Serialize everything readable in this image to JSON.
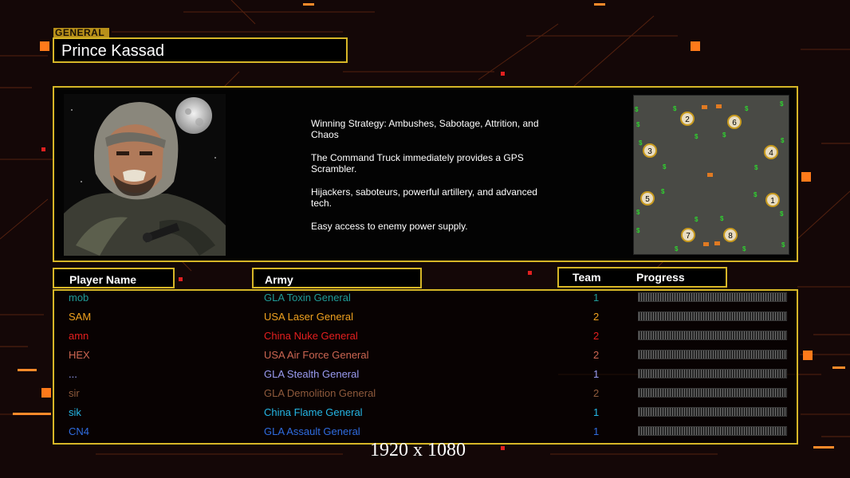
{
  "general_label": "GENERAL",
  "general_name": "Prince Kassad",
  "strategy_lines": [
    "Winning Strategy: Ambushes, Sabotage, Attrition, and\n Chaos",
    "The Command Truck immediately provides a GPS\n Scrambler.",
    "Hijackers, saboteurs, powerful artillery, and advanced\n tech.",
    "Easy access to enemy power supply."
  ],
  "minimap": {
    "start_positions": [
      "1",
      "2",
      "3",
      "4",
      "5",
      "6",
      "7",
      "8"
    ],
    "supply_symbol": "$"
  },
  "headers": {
    "player_name": "Player Name",
    "army": "Army",
    "team": "Team",
    "progress": "Progress"
  },
  "players": [
    {
      "name": "mob",
      "army": "GLA Toxin General",
      "team": "1",
      "color": "#1f9c98"
    },
    {
      "name": "SAM",
      "army": "USA Laser General",
      "team": "2",
      "color": "#f0a11f"
    },
    {
      "name": "amn",
      "army": "China Nuke General",
      "team": "2",
      "color": "#e51f1f"
    },
    {
      "name": "HEX",
      "army": "USA Air Force General",
      "team": "2",
      "color": "#cc6652"
    },
    {
      "name": "...",
      "army": "GLA Stealth General",
      "team": "1",
      "color": "#9a9cf2"
    },
    {
      "name": "sir",
      "army": "GLA Demolition General",
      "team": "2",
      "color": "#8e5a3c"
    },
    {
      "name": "sik",
      "army": "China Flame General",
      "team": "1",
      "color": "#25b7e6"
    },
    {
      "name": "CN4",
      "army": "GLA Assault General",
      "team": "1",
      "color": "#2f6ce0"
    }
  ],
  "resolution_label": "1920 x 1080",
  "colors": {
    "frame": "#d6b627",
    "background": "#140707",
    "accent": "#ff7a1a"
  }
}
